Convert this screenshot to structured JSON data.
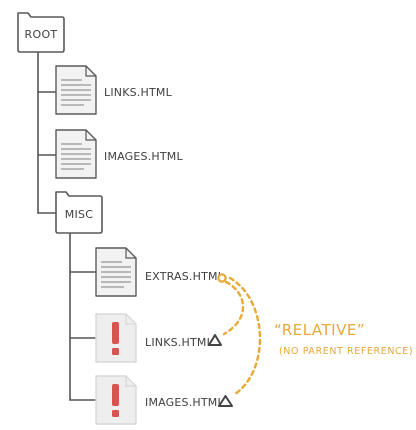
{
  "colors": {
    "line": "#555555",
    "doc_fill": "#f2f2f2",
    "doc_outline": "#5a5a5a",
    "doc_lines": "#b8b8b8",
    "missing_doc_fill": "#eeeeee",
    "missing_doc_outline": "#d8d8d8",
    "warning": "#d9534f",
    "accent": "#e7a938"
  },
  "tree": {
    "root": {
      "label": "ROOT",
      "icon": "folder-icon"
    },
    "root_children": [
      {
        "label": "LINKS.HTML",
        "icon": "document-icon"
      },
      {
        "label": "IMAGES.HTML",
        "icon": "document-icon"
      }
    ],
    "misc": {
      "label": "MISC",
      "icon": "folder-icon"
    },
    "misc_children": [
      {
        "label": "EXTRAS.HTML",
        "icon": "document-icon"
      },
      {
        "label": "LINKS.HTML",
        "icon": "broken-document-icon"
      },
      {
        "label": "IMAGES.HTML",
        "icon": "broken-document-icon"
      }
    ]
  },
  "annotation": {
    "title": "“RELATIVE”",
    "subtitle": "(NO PARENT REFERENCE)"
  }
}
